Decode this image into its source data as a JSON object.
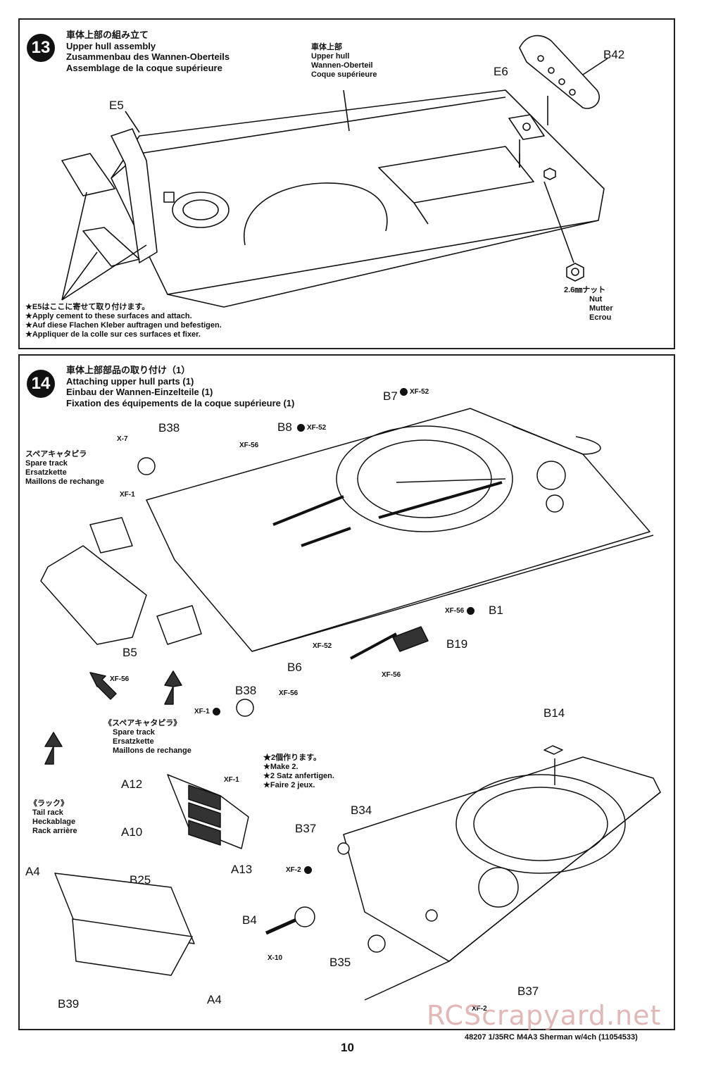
{
  "step13": {
    "number": "13",
    "title_jp": "車体上部の組み立て",
    "title_en": "Upper hull assembly",
    "title_de": "Zusammenbau des Wannen-Oberteils",
    "title_fr": "Assemblage de la coque supérieure",
    "hull_label": [
      "車体上部",
      "Upper hull",
      "Wannen-Oberteil",
      "Coque supérieure"
    ],
    "part_e5": "E5",
    "part_e6": "E6",
    "part_b42": "B42",
    "nut_label": [
      "2.6㎜ナット",
      "Nut",
      "Mutter",
      "Ecrou"
    ],
    "note": [
      "★E5はここに寄せて取り付けます。",
      "★Apply cement to these surfaces and attach.",
      "★Auf diese Flachen Kleber auftragen und befestigen.",
      "★Appliquer de la colle sur ces surfaces et fixer."
    ]
  },
  "step14": {
    "number": "14",
    "title_jp": "車体上部部品の取り付け（1）",
    "title_en": "Attaching upper hull parts (1)",
    "title_de": "Einbau der Wannen-Einzelteile (1)",
    "title_fr": "Fixation des équipements de la coque supérieure (1)",
    "spare_track": [
      "スペアキャタピラ",
      "Spare track",
      "Ersatzkette",
      "Maillons de rechange"
    ],
    "spare_track2": [
      "《スペアキャタピラ》",
      "Spare track",
      "Ersatzkette",
      "Maillons de rechange"
    ],
    "tail_rack": [
      "《ラック》",
      "Tail rack",
      "Heckablage",
      "Rack arrière"
    ],
    "make2": [
      "★2個作ります。",
      "★Make 2.",
      "★2 Satz anfertigen.",
      "★Faire 2 jeux."
    ],
    "parts": {
      "b38": "B38",
      "b8": "B8",
      "b7": "B7",
      "b1": "B1",
      "b19": "B19",
      "b5": "B5",
      "b6": "B6",
      "b38b": "B38",
      "b14": "B14",
      "b34": "B34",
      "b37": "B37",
      "b37b": "B37",
      "b4": "B4",
      "b35": "B35",
      "a12": "A12",
      "a10": "A10",
      "a13": "A13",
      "a4": "A4",
      "a4b": "A4",
      "b25": "B25",
      "b39": "B39"
    },
    "colors": {
      "x7": "X-7",
      "xf1": "XF-1",
      "xf56": "XF-56",
      "xf52": "XF-52",
      "xf2": "XF-2",
      "x10": "X-10"
    }
  },
  "footer": {
    "page": "10",
    "model": "48207  1/35RC M4A3 Sherman w/4ch (11054533)",
    "watermark": "RCScrapyard.net"
  }
}
